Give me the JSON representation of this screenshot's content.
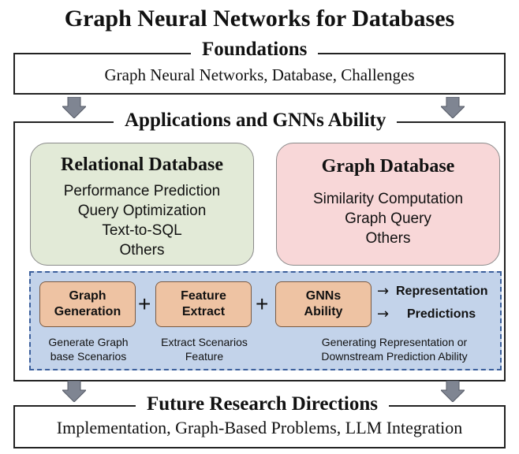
{
  "title": "Graph Neural Networks for Databases",
  "foundations": {
    "label": "Foundations",
    "body": "Graph Neural Networks, Database, Challenges"
  },
  "applications": {
    "label": "Applications and GNNs Ability",
    "relational": {
      "title": "Relational Database",
      "items": [
        "Performance Prediction",
        "Query Optimization",
        "Text-to-SQL",
        "Others"
      ]
    },
    "graph": {
      "title": "Graph Database",
      "items": [
        "Similarity Computation",
        "Graph Query",
        "Others"
      ]
    },
    "pipeline": {
      "steps": [
        {
          "line1": "Graph",
          "line2": "Generation",
          "caption1": "Generate Graph",
          "caption2": "base Scenarios"
        },
        {
          "line1": "Feature",
          "line2": "Extract",
          "caption1": "Extract Scenarios",
          "caption2": "Feature"
        },
        {
          "line1": "GNNs",
          "line2": "Ability",
          "caption1": "Generating Representation or",
          "caption2": "Downstream Prediction Ability"
        }
      ],
      "plus": "+",
      "arrow": "→",
      "outputs": [
        "Representation",
        "Predictions"
      ]
    }
  },
  "future": {
    "label": "Future Research Directions",
    "body": "Implementation, Graph-Based Problems, LLM Integration"
  },
  "colors": {
    "relational_bg": "#e2ead7",
    "graph_bg": "#f8d7d8",
    "panel_bg": "#c3d3ea",
    "step_bg": "#eec3a3",
    "arrow_fill": "#7f8592"
  }
}
